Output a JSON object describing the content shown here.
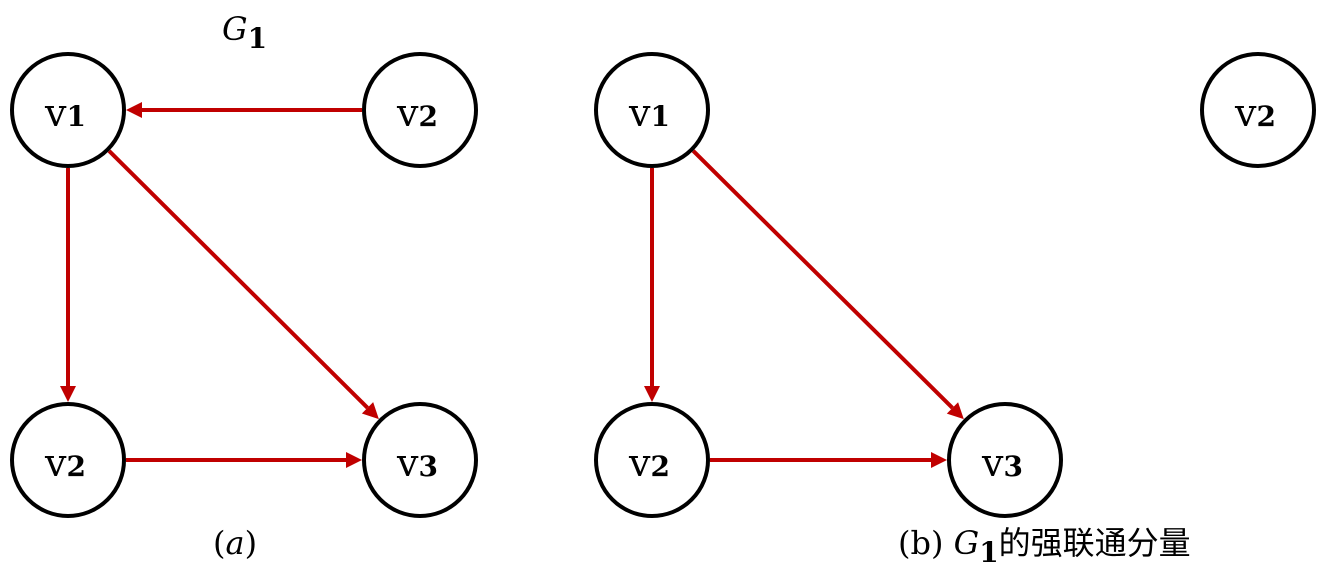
{
  "title": {
    "main": "G",
    "sub": "1"
  },
  "caption_a": {
    "open": "(",
    "letter": "a",
    "close": ")"
  },
  "caption_b": {
    "prefix": "(b) ",
    "main": "G",
    "sub": "1",
    "suffix": "的强联通分量"
  },
  "left_graph": {
    "nodes": [
      {
        "id": "l1",
        "label": "v",
        "sub": "1"
      },
      {
        "id": "l2",
        "label": "v",
        "sub": "2"
      },
      {
        "id": "l3",
        "label": "v",
        "sub": "2"
      },
      {
        "id": "l4",
        "label": "v",
        "sub": "3"
      }
    ],
    "edges": [
      {
        "from": "l2",
        "to": "l1"
      },
      {
        "from": "l1",
        "to": "l3"
      },
      {
        "from": "l1",
        "to": "l4"
      },
      {
        "from": "l3",
        "to": "l4"
      }
    ]
  },
  "right_graph": {
    "nodes": [
      {
        "id": "r1",
        "label": "v",
        "sub": "1"
      },
      {
        "id": "r2",
        "label": "v",
        "sub": "2"
      },
      {
        "id": "r3",
        "label": "v",
        "sub": "2"
      },
      {
        "id": "r4",
        "label": "v",
        "sub": "3"
      }
    ],
    "edges": [
      {
        "from": "r1",
        "to": "r3"
      },
      {
        "from": "r1",
        "to": "r4"
      },
      {
        "from": "r3",
        "to": "r4"
      }
    ]
  },
  "colors": {
    "edge": "#c00000",
    "node_stroke": "#000000"
  }
}
